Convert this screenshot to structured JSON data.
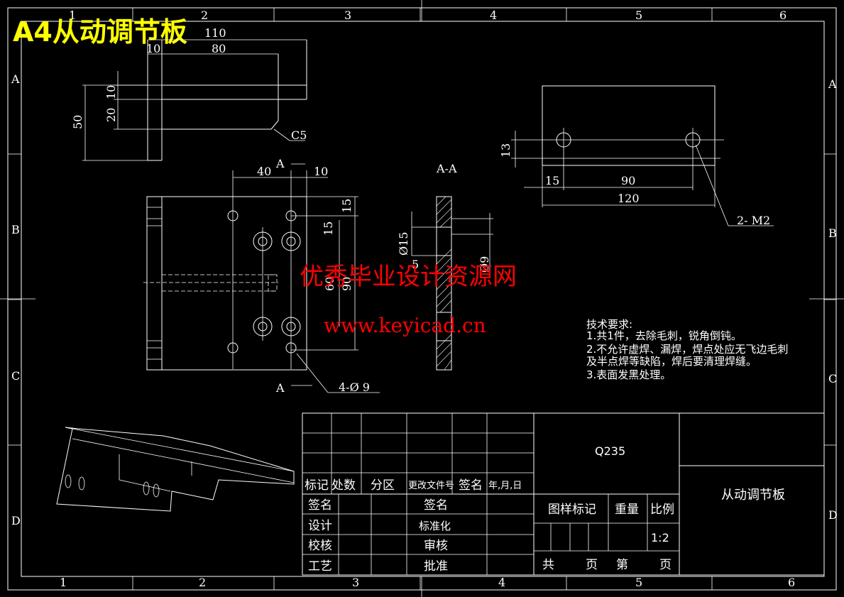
{
  "title": "A4从动调节板",
  "watermark": {
    "line1": "优秀毕业设计资源网",
    "line2": "www.keyicad.cn"
  },
  "frame": {
    "cols": [
      "1",
      "2",
      "3",
      "4",
      "5",
      "6"
    ],
    "rows": [
      "A",
      "B",
      "C",
      "D"
    ]
  },
  "top_view": {
    "dims": [
      "110",
      "10",
      "80",
      "10",
      "20",
      "50",
      "C5"
    ]
  },
  "front_view": {
    "dims": [
      "40",
      "10",
      "15",
      "15",
      "60",
      "90",
      "4-Ø 9"
    ],
    "section_marks": [
      "A",
      "A"
    ]
  },
  "section_view": {
    "label": "A-A",
    "dims": [
      "Ø15",
      "5",
      "Ø9"
    ]
  },
  "right_view": {
    "dims": [
      "13",
      "15",
      "90",
      "120",
      "2- M2"
    ]
  },
  "tech_requirements": {
    "heading": "技术要求:",
    "items": [
      "1.共1件，去除毛刺，锐角倒钝。",
      "2.不允许虚焊、漏焊，焊点处应无飞边毛刺",
      "及半点焊等缺陷，焊后要清理焊缝。",
      "3.表面发黑处理。"
    ]
  },
  "title_block": {
    "material": "Q235",
    "part_name": "从动调节板",
    "labels": {
      "mark": "标记",
      "count": "处数",
      "zone": "分区",
      "doc": "更改文件号",
      "sign": "签名",
      "date": "年,月,日",
      "sign2": "签名",
      "sign3": "签名",
      "design": "设计",
      "standard": "标准化",
      "check": "校核",
      "review": "审核",
      "process": "工艺",
      "approve": "批准",
      "sample_mark": "图样标记",
      "weight": "重量",
      "scale": "比例",
      "total": "共",
      "page1": "页",
      "nth": "第",
      "page2": "页"
    },
    "scale_value": "1:2"
  },
  "colors": {
    "background": "#000000",
    "lines": "#ffffff",
    "title": "#ffff00",
    "watermark": "#ff0000"
  }
}
